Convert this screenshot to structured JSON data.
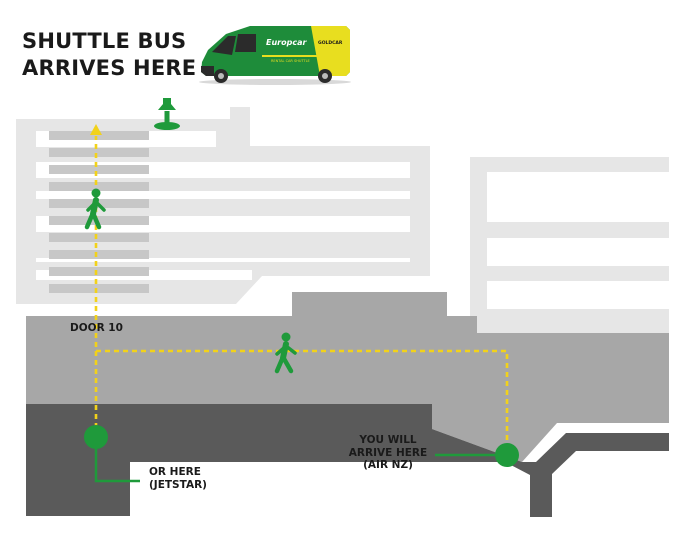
{
  "title_line1": "SHUTTLE BUS",
  "title_line2": "ARRIVES HERE",
  "van": {
    "brand": "Europcar",
    "brand_secondary": "GOLDCAR",
    "side_text": "RENTAL CAR SHUTTLE"
  },
  "labels": {
    "door": "DOOR 10",
    "or_here_line1": "OR HERE",
    "or_here_line2": "(JETSTAR)",
    "you_will_line1": "YOU WILL",
    "you_will_line2": "ARRIVE HERE",
    "you_will_line3": "(AIR NZ)"
  },
  "colors": {
    "green": "#1f9a3b",
    "van_green": "#1e8c3a",
    "van_yellow": "#e8de1f",
    "path_yellow": "#f2d21a",
    "light_gray": "#e6e6e6",
    "mid_gray": "#a7a7a7",
    "dark_gray": "#5a5a5a",
    "stripe_gray": "#c7c7c7"
  },
  "icons": [
    "shuttle-van-icon",
    "map-pin-icon",
    "pedestrian-icon"
  ]
}
